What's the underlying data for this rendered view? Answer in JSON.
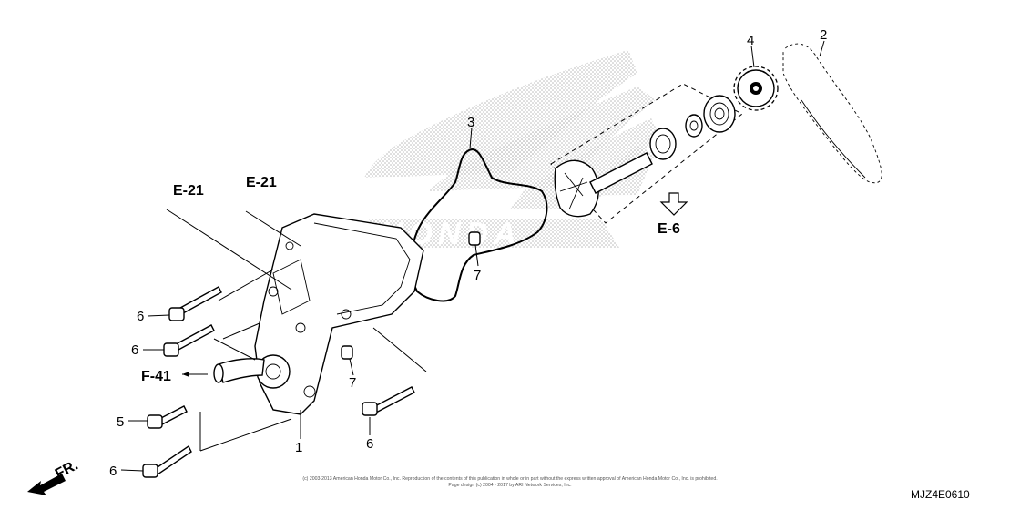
{
  "callouts": {
    "n1": "1",
    "n2": "2",
    "n3": "3",
    "n4": "4",
    "n5": "5",
    "n6a": "6",
    "n6b": "6",
    "n6c": "6",
    "n6d": "6",
    "n7a": "7",
    "n7b": "7"
  },
  "references": {
    "e21_left": "E-21",
    "e21_right": "E-21",
    "e6": "E-6",
    "f41": "F-41",
    "fr": "FR."
  },
  "copyright": {
    "line1": "(c) 2003-2013 American Honda Motor Co., Inc. Reproduction of the contents of this publication in whole or in part without the express written approval of American Honda Motor Co., Inc. is prohibited.",
    "line2": "Page design (c) 2004 - 2017 by ARI Network Services, Inc."
  },
  "diagram_code": "MJZ4E0610",
  "colors": {
    "ink": "#000000",
    "watermark": "#bbbbbb"
  }
}
